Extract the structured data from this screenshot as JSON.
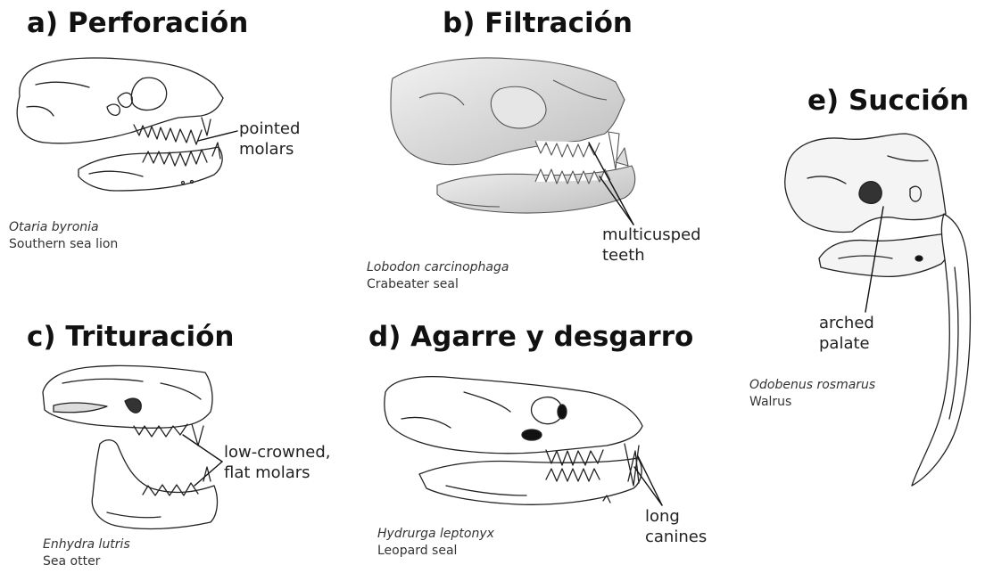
{
  "panels": {
    "a": {
      "title": "a) Perforación",
      "label_lines": [
        "pointed",
        "molars"
      ],
      "scientific_name": "Otaria byronia",
      "common_name": "Southern sea lion"
    },
    "b": {
      "title": "b) Filtración",
      "label_lines": [
        "multicusped",
        "teeth"
      ],
      "scientific_name": "Lobodon carcinophaga",
      "common_name": "Crabeater seal"
    },
    "c": {
      "title": "c) Trituración",
      "label_lines": [
        "low-crowned,",
        "flat molars"
      ],
      "scientific_name": "Enhydra lutris",
      "common_name": "Sea otter"
    },
    "d": {
      "title": "d) Agarre y desgarro",
      "label_lines": [
        "long",
        "canines"
      ],
      "scientific_name": "Hydrurga leptonyx",
      "common_name": "Leopard seal"
    },
    "e": {
      "title": "e) Succión",
      "label_lines": [
        "arched",
        "palate"
      ],
      "scientific_name": "Odobenus rosmarus",
      "common_name": "Walrus"
    }
  },
  "colors": {
    "ink": "#111111",
    "shade": "#9a9a9a",
    "background": "#ffffff"
  }
}
